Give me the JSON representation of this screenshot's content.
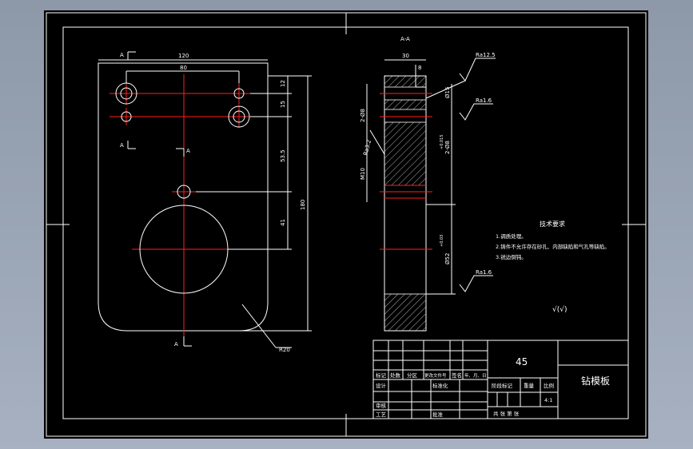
{
  "section_mark": "A",
  "section_title": "A-A",
  "front_view": {
    "dim_width": "120",
    "dim_hole_spacing": "80",
    "dim_v1": "12",
    "dim_v2": "15",
    "dim_v3": "53.5",
    "dim_v4": "41",
    "dim_total": "180",
    "radius_label": "R20"
  },
  "section_view": {
    "dim_thickness": "30",
    "dim_step": "8",
    "dim_bore": "Ø15",
    "dim_holes_left": "2-Ø8",
    "dim_holes_right": "2-Ø8",
    "tol_holes": "+0.015",
    "dim_big_bore": "Ø52",
    "tol_big_bore": "+0.03",
    "dim_side": "M10",
    "ra_left": "Ra3.2",
    "ra_top": "Ra12.5",
    "ra_mid": "Ra1.6",
    "ra_bottom": "Ra1.6"
  },
  "notes": {
    "title": "技术要求",
    "items": [
      "1.调质处理。",
      "2.铸件不允许存在砂孔、内部缺陷和气孔等缺陷。",
      "3.锐边倒钝。"
    ]
  },
  "roughness_symbol": "√(√)",
  "title_block": {
    "material": "45",
    "part_name": "钻模板",
    "row_headers": [
      "标记",
      "处数",
      "分区",
      "更改文件号",
      "签名",
      "年、月、日"
    ],
    "design": "设计",
    "standardize": "标准化",
    "review": "审核",
    "process": "工艺",
    "approve": "批准",
    "stage_mark": "阶段标记",
    "weight": "重量",
    "scale_label": "比例",
    "scale_value": "4:1",
    "sheets": "共  张  第  张"
  }
}
